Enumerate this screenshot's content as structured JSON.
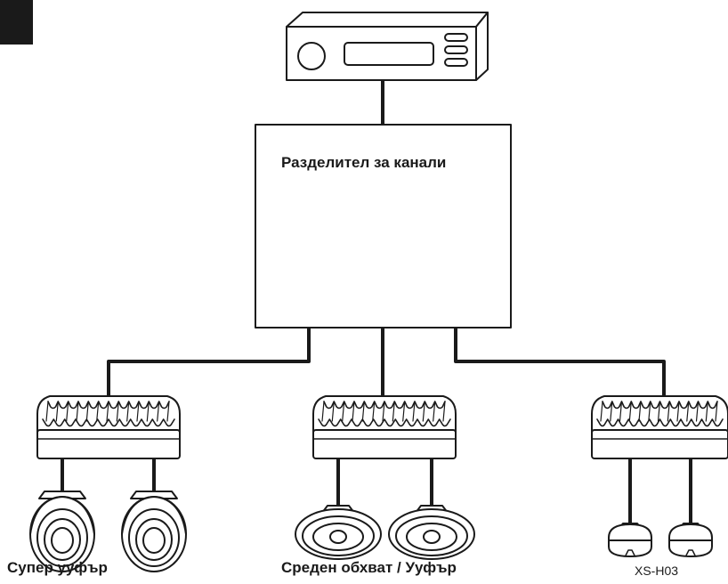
{
  "divider": {
    "label": "Разделител за канали"
  },
  "outputs": [
    {
      "label": "Супер ууфър"
    },
    {
      "label": "Среден обхват / Ууфър"
    },
    {
      "label": "XS-H03"
    }
  ],
  "colors": {
    "line": "#1a1a1a",
    "background": "#ffffff",
    "corner_tab": "#1a1a1a"
  }
}
